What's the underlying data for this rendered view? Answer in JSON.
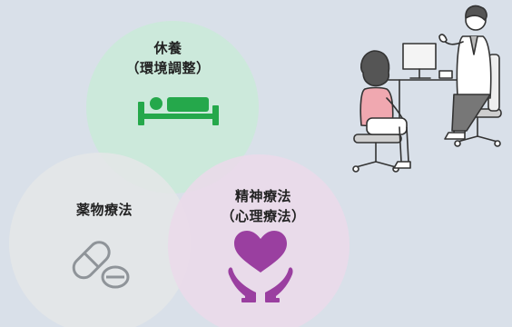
{
  "venn": {
    "rest": {
      "title": "休養",
      "subtitle": "（環境調整）",
      "color": "#cbe9da",
      "icon": "bed-icon",
      "icon_color": "#25a84b"
    },
    "drug": {
      "title": "薬物療法",
      "color": "#e4e6e7",
      "icon": "pill-capsule-icon",
      "icon_color": "#8f9499"
    },
    "psych": {
      "title": "精神療法",
      "subtitle": "（心理療法）",
      "color": "#ebd9ea",
      "icon": "heart-hands-icon",
      "icon_color": "#9a3fa0"
    }
  },
  "illustration": {
    "name": "doctor-patient-consultation"
  }
}
